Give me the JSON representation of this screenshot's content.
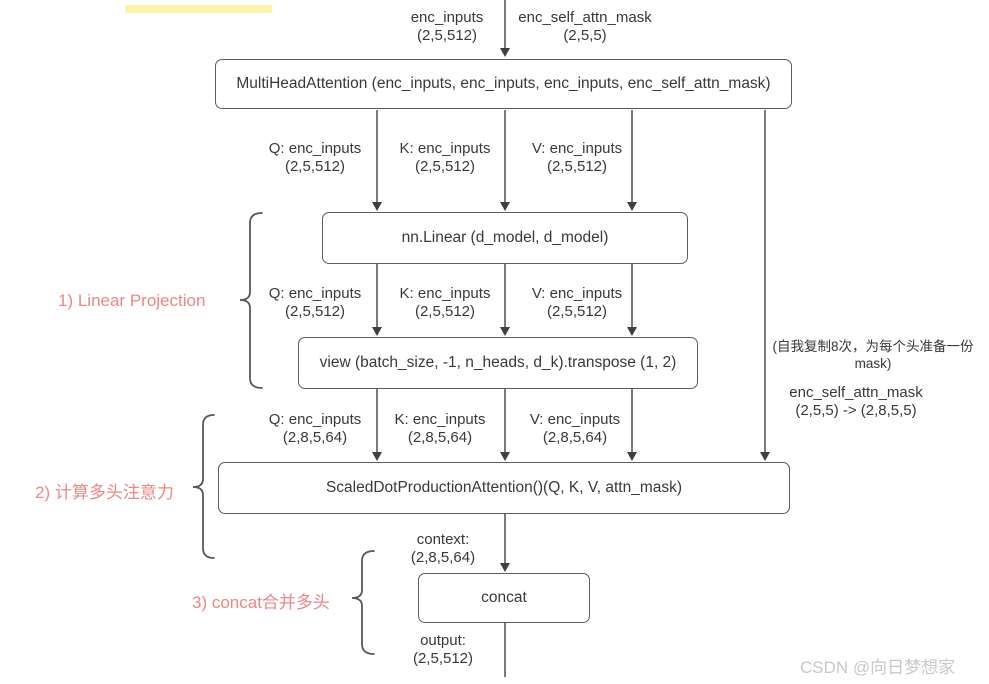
{
  "colors": {
    "pink": "#ee8686",
    "line": "#55595d",
    "text": "#36393d",
    "watermark": "#c8c8c8",
    "highlight": "#fbf1a9"
  },
  "inputs": {
    "left": {
      "name": "enc_inputs",
      "shape": "(2,5,512)"
    },
    "right": {
      "name": "enc_self_attn_mask",
      "shape": "(2,5,5)"
    }
  },
  "boxes": {
    "multihead": "MultiHeadAttention (enc_inputs, enc_inputs, enc_inputs, enc_self_attn_mask)",
    "linear": "nn.Linear (d_model, d_model)",
    "view": "view (batch_size, -1, n_heads, d_k).transpose (1, 2)",
    "sdpa": "ScaledDotProductionAttention()(Q, K, V, attn_mask)",
    "concat": "concat"
  },
  "qkv": {
    "row1": [
      {
        "name": "Q: enc_inputs",
        "shape": "(2,5,512)"
      },
      {
        "name": "K: enc_inputs",
        "shape": "(2,5,512)"
      },
      {
        "name": "V: enc_inputs",
        "shape": "(2,5,512)"
      }
    ],
    "row2": [
      {
        "name": "Q: enc_inputs",
        "shape": "(2,5,512)"
      },
      {
        "name": "K: enc_inputs",
        "shape": "(2,5,512)"
      },
      {
        "name": "V: enc_inputs",
        "shape": "(2,5,512)"
      }
    ],
    "row3": [
      {
        "name": "Q: enc_inputs",
        "shape": "(2,8,5,64)"
      },
      {
        "name": "K: enc_inputs",
        "shape": "(2,8,5,64)"
      },
      {
        "name": "V: enc_inputs",
        "shape": "(2,8,5,64)"
      }
    ]
  },
  "steps": {
    "step1": "1) Linear Projection",
    "step2": "2) 计算多头注意力",
    "step3": "3) concat合并多头"
  },
  "side_note": {
    "line1": "(自我复制8次，为每个头准备一份",
    "line2": "mask)",
    "mask_name": "enc_self_attn_mask",
    "mask_shape": "(2,5,5) -> (2,8,5,5)"
  },
  "context": {
    "name": "context:",
    "shape": "(2,8,5,64)"
  },
  "output": {
    "name": "output:",
    "shape": "(2,5,512)"
  },
  "watermark": "CSDN @向日梦想家"
}
